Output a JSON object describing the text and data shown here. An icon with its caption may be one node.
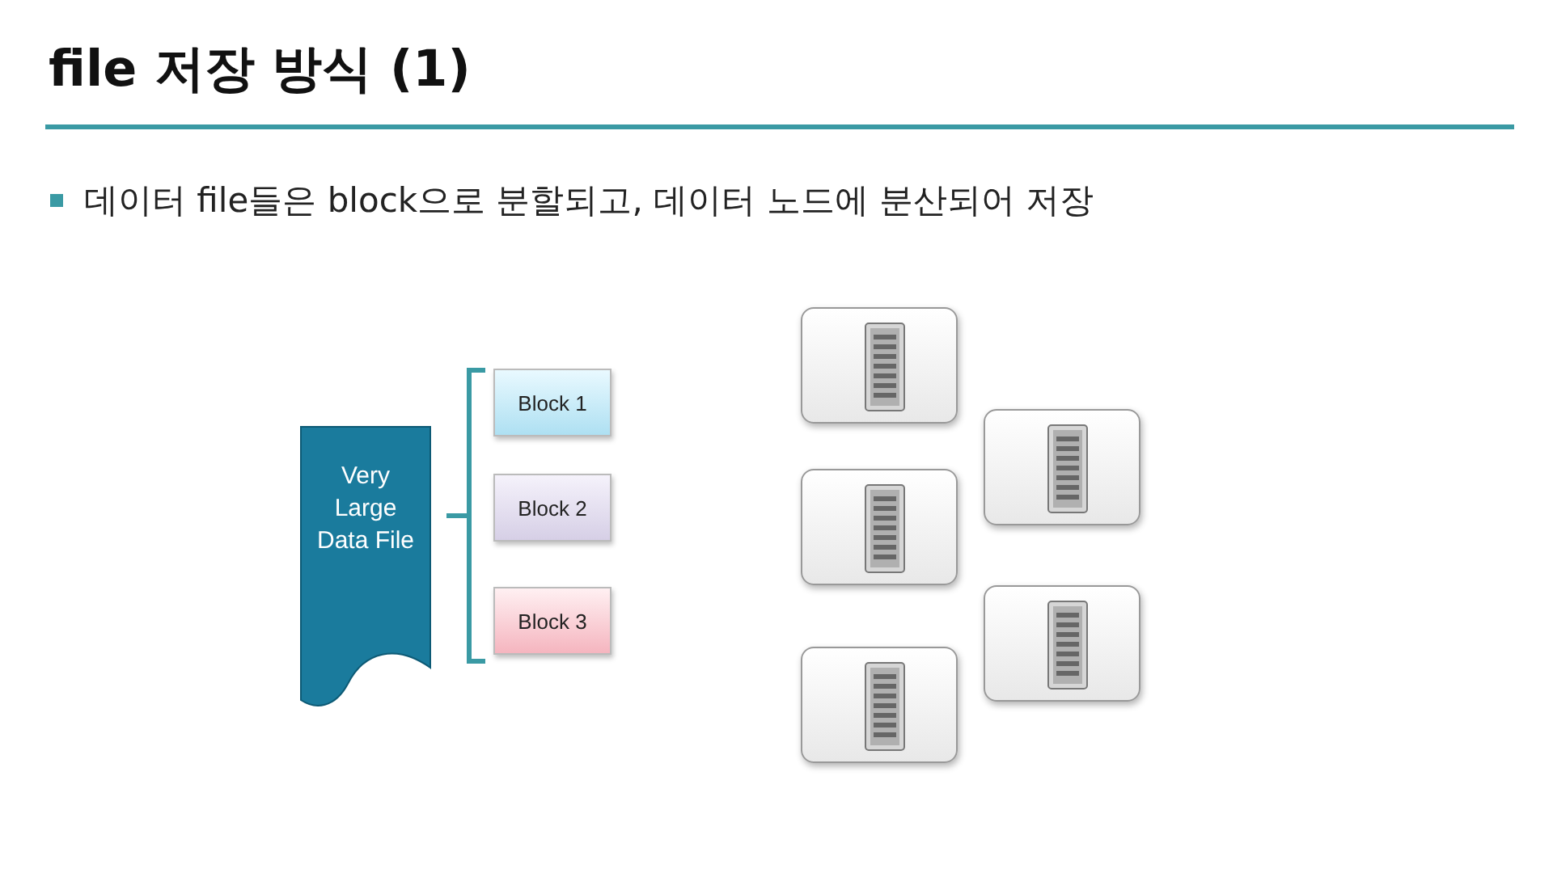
{
  "diagram": {
    "title": "file 저장 방식 (1)",
    "nodes": [
      {
        "text": [
          "Very Large Data File"
        ]
      },
      {
        "text": [
          "Block 1"
        ]
      },
      {
        "text": [
          "Block 2"
        ]
      },
      {
        "text": [
          "Block 3"
        ]
      },
      {
        "text": [],
        "shape": "box"
      },
      {
        "text": [],
        "shape": "box"
      },
      {
        "text": [],
        "shape": "box"
      },
      {
        "text": [],
        "shape": "box"
      },
      {
        "text": [],
        "shape": "box"
      }
    ],
    "labels": [
      "데이터 file들은 block으로 분할되고, 데이터 노드에 분산되어 저장"
    ]
  }
}
